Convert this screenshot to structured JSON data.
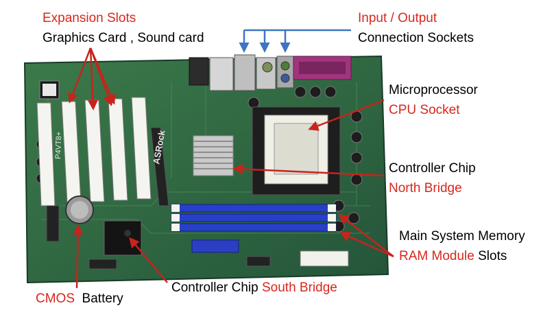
{
  "colors": {
    "label_red": "#d9261c",
    "label_black": "#000000",
    "board_green": "#2f6b3e",
    "arrow_blue": "#3e74c2",
    "arrow_red": "#c8231c",
    "ram_blue": "#2740c8"
  },
  "labels": {
    "expansion": {
      "title": "Expansion Slots",
      "detail": "Graphics Card  , Sound card"
    },
    "io": {
      "title": "Input / Output",
      "detail": "Connection  Sockets"
    },
    "cpu": {
      "line1": "Microprocessor",
      "line2": "CPU  Socket"
    },
    "north": {
      "line1": "Controller Chip",
      "line2": "North Bridge"
    },
    "memory": {
      "line1": "Main System Memory",
      "line2_red": "RAM Module",
      "line2_black": " Slots"
    },
    "south": {
      "black": "Controller Chip ",
      "red": "South Bridge"
    },
    "cmos": {
      "red": "CMOS",
      "black": "  Battery"
    }
  },
  "board_print": {
    "brand": "ASRock",
    "model": "P4VT8+"
  }
}
